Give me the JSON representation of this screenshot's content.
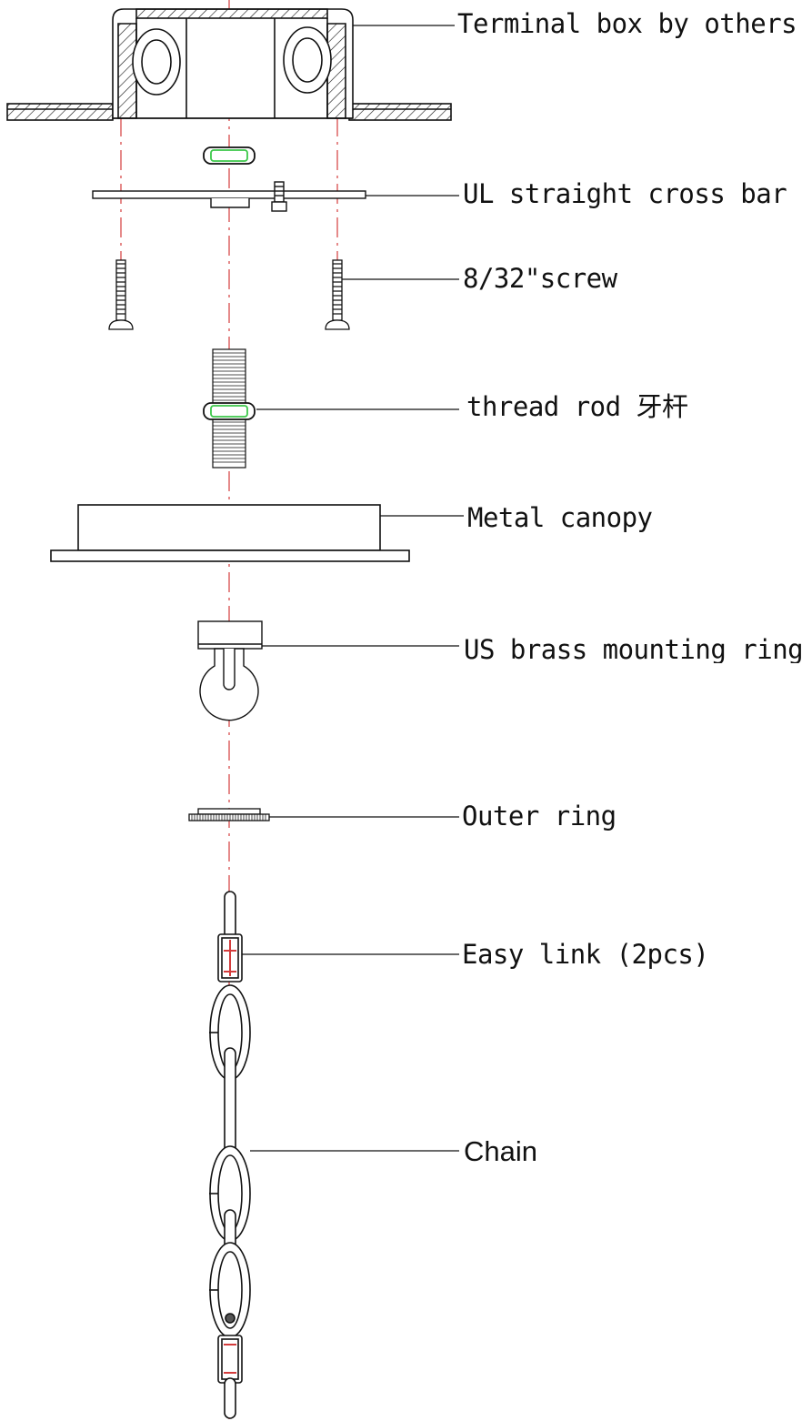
{
  "labels": {
    "terminal_box": "Terminal box by others",
    "cross_bar": "UL straight cross bar",
    "screw": "8/32\"screw",
    "thread_rod": "thread rod 牙杆",
    "canopy": "Metal canopy",
    "mounting_ring": "US brass mounting ring",
    "outer_ring": "Outer ring",
    "easy_link": "Easy link (2pcs)",
    "chain": "Chain"
  },
  "colors": {
    "line": "#111111",
    "centerline": "#d43c3c",
    "nut_highlight": "#3cc84a",
    "link_marker": "#d43c3c",
    "link_dot": "#c87a2a"
  }
}
